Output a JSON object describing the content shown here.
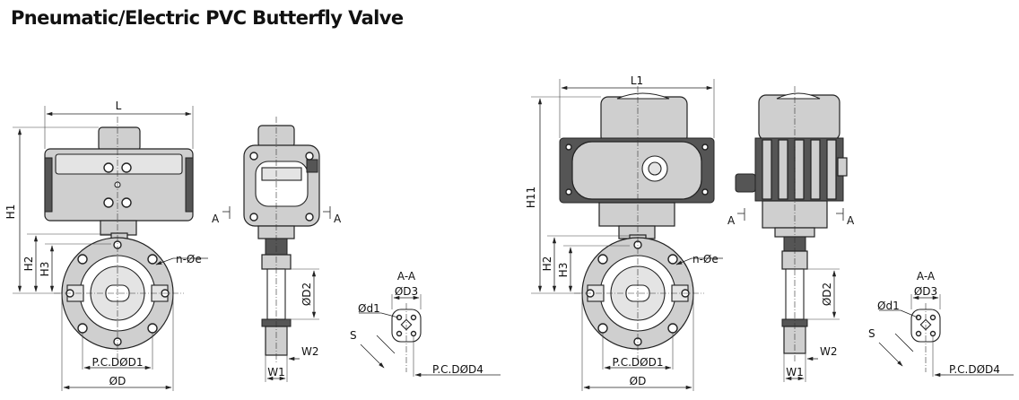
{
  "title": "Pneumatic/Electric PVC Butterfly Valve",
  "pneumatic": {
    "front": {
      "width": "L",
      "overall_height": "H1",
      "body_height": "H2",
      "shaft_height": "H3",
      "holes": "n-Øe",
      "pitch_circle": "P.C.DØD1",
      "outer_diameter": "ØD"
    },
    "side": {
      "section_left": "A",
      "section_right": "A",
      "inner_diameter": "ØD2",
      "neck_width": "W1",
      "face_width": "W2"
    },
    "section": {
      "title": "A-A",
      "flange_diameter": "ØD3",
      "bolt_hole": "Ød1",
      "square": "S",
      "pitch_circle": "P.C.DØD4"
    }
  },
  "electric": {
    "front": {
      "width": "L1",
      "overall_height": "H11",
      "body_height": "H2",
      "shaft_height": "H3",
      "holes": "n-Øe",
      "pitch_circle": "P.C.DØD1",
      "outer_diameter": "ØD"
    },
    "side": {
      "section_left": "A",
      "section_right": "A",
      "inner_diameter": "ØD2",
      "neck_width": "W1",
      "face_width": "W2"
    },
    "section": {
      "title": "A-A",
      "flange_diameter": "ØD3",
      "bolt_hole": "Ød1",
      "square": "S",
      "pitch_circle": "P.C.DØD4"
    }
  }
}
